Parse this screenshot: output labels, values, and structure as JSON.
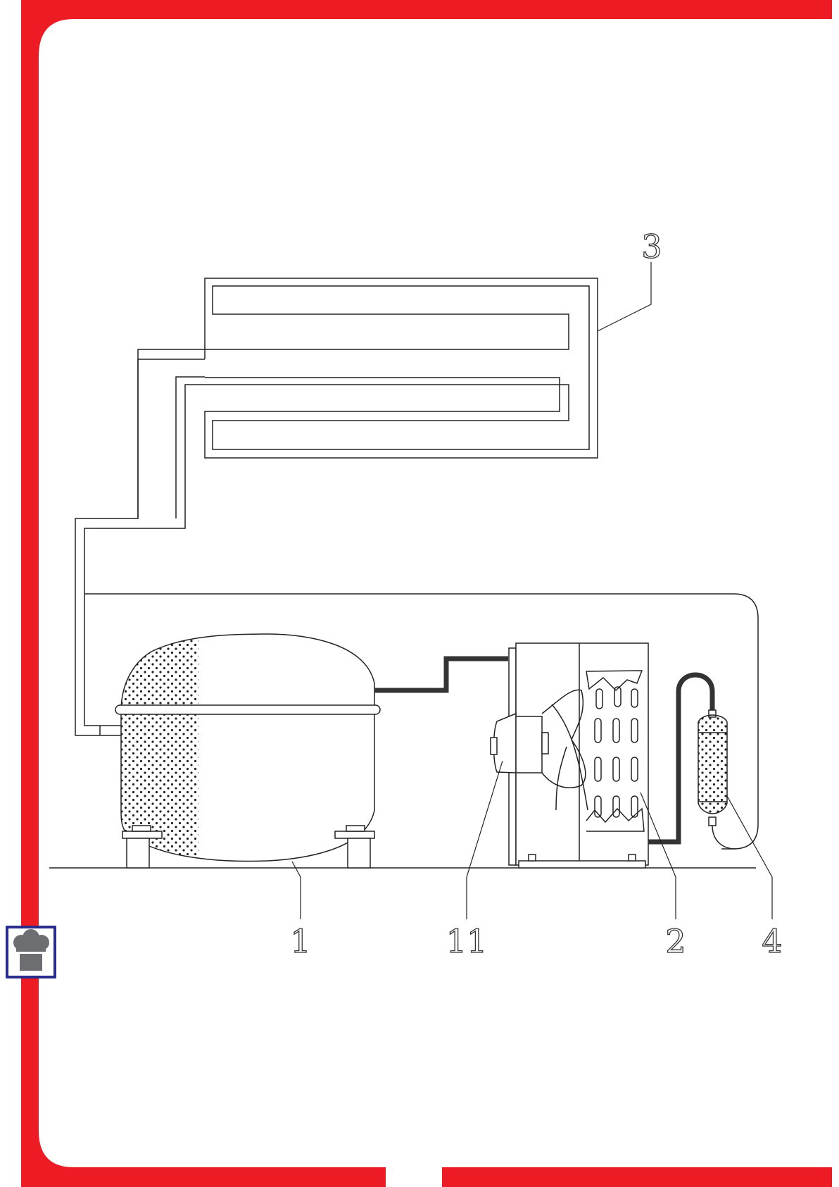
{
  "colors": {
    "frame": "#ed1c24",
    "line": "#222222",
    "refrigerant_pipe": "#333333",
    "chef_badge_border": "#2b2d8e",
    "chef_badge_fill": "#6d6e71"
  },
  "icons": {
    "badge": "chef-hat-icon"
  },
  "diagram": {
    "callouts": {
      "compressor": "1",
      "condenser": "2",
      "evaporator": "3",
      "filter_drier": "4",
      "fan_motor": "11"
    }
  }
}
